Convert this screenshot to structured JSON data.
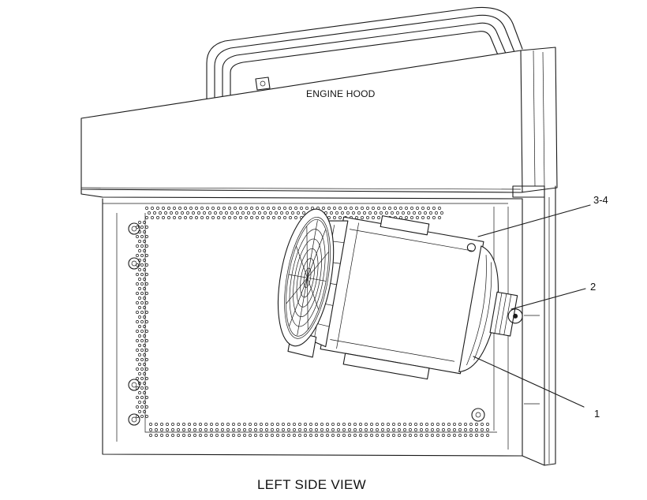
{
  "diagram": {
    "hood_label": "ENGINE HOOD",
    "view_caption": "LEFT SIDE VIEW",
    "callouts": [
      {
        "id": "callout-3-4",
        "text": "3-4"
      },
      {
        "id": "callout-2",
        "text": "2"
      },
      {
        "id": "callout-1",
        "text": "1"
      }
    ]
  },
  "colors": {
    "line": "#1a1a1a",
    "background": "#ffffff"
  }
}
